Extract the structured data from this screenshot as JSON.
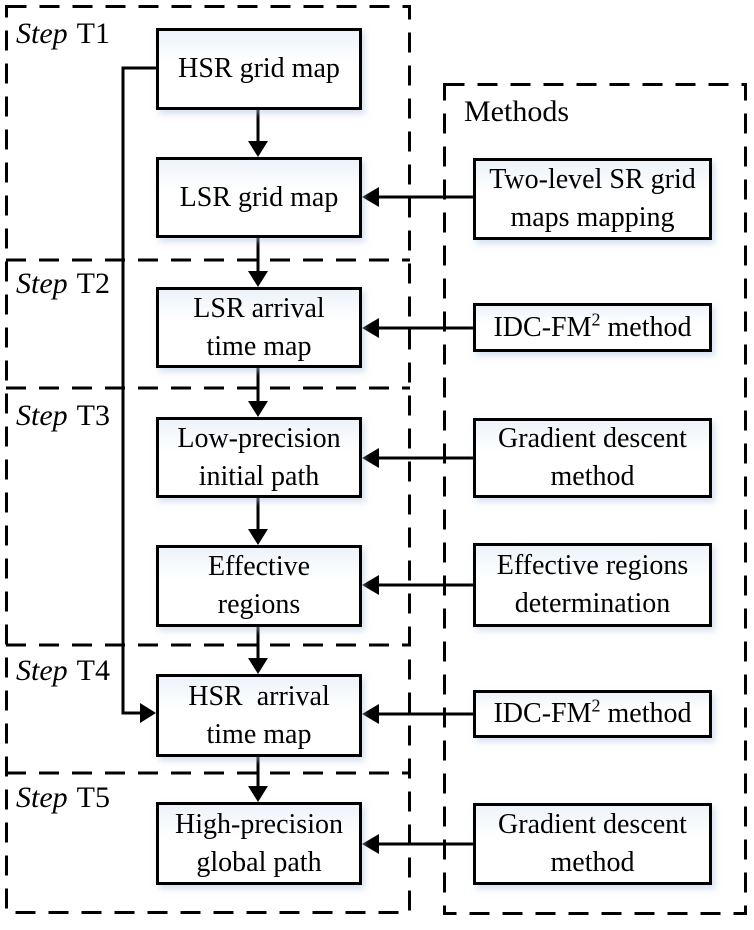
{
  "colors": {
    "line": "#000000",
    "background": "#ffffff",
    "box_tint": "#edf3fa"
  },
  "left_panel": {
    "steps": [
      {
        "prefix": "Step",
        "num": "T1"
      },
      {
        "prefix": "Step",
        "num": "T2"
      },
      {
        "prefix": "Step",
        "num": "T3"
      },
      {
        "prefix": "Step",
        "num": "T4"
      },
      {
        "prefix": "Step",
        "num": "T5"
      }
    ],
    "nodes": [
      {
        "line1": "HSR grid map"
      },
      {
        "line1": "LSR grid map"
      },
      {
        "line1": "LSR arrival",
        "line2": "time map"
      },
      {
        "line1": "Low-precision",
        "line2": "initial path"
      },
      {
        "line1": "Effective",
        "line2": "regions"
      },
      {
        "line1": "HSR  arrival",
        "line2": "time map"
      },
      {
        "line1": "High-precision",
        "line2": "global path"
      }
    ]
  },
  "right_panel": {
    "title": "Methods",
    "nodes": [
      {
        "line1": "Two-level SR grid",
        "line2": "maps mapping"
      },
      {
        "pre": "IDC-FM",
        "sup": "2",
        "post": " method"
      },
      {
        "line1": "Gradient descent",
        "line2": "method"
      },
      {
        "line1": "Effective regions",
        "line2": "determination"
      },
      {
        "pre": "IDC-FM",
        "sup": "2",
        "post": " method"
      },
      {
        "line1": "Gradient descent",
        "line2": "method"
      }
    ]
  }
}
